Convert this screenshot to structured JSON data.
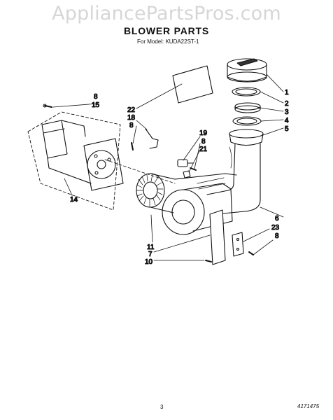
{
  "watermark": "AppliancePartsPros.com",
  "title": "BLOWER PARTS",
  "model_line": "For Model: KUDA22ST-1",
  "page_number": "3",
  "doc_number": "4171475",
  "callouts": {
    "c1": "1",
    "c2": "2",
    "c3": "3",
    "c4": "4",
    "c5": "5",
    "c6": "6",
    "c23a": "23",
    "c8a": "8",
    "c8b": "8",
    "c15": "15",
    "c22": "22",
    "c18": "18",
    "c8c": "8",
    "c19": "19",
    "c8d": "8",
    "c21": "21",
    "c14": "14",
    "c11": "11",
    "c7": "7",
    "c10": "10"
  }
}
